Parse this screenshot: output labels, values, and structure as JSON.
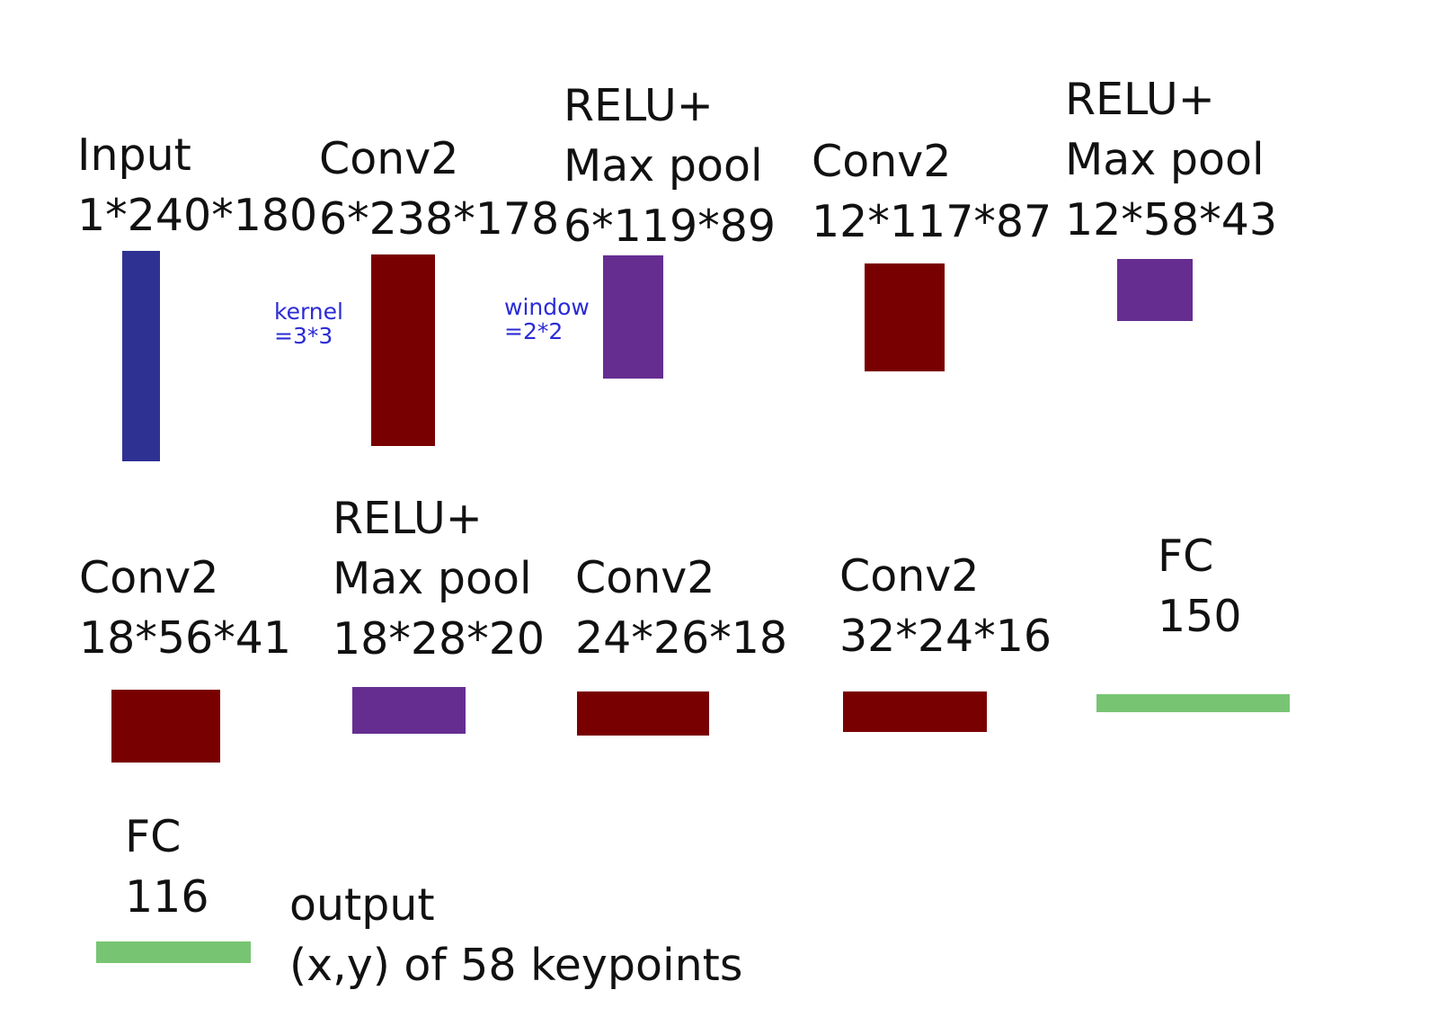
{
  "colors": {
    "input": "#2e3192",
    "conv": "#790000",
    "pool": "#662d91",
    "fc": "#77c572",
    "note": "#2b2bd6"
  },
  "layers": {
    "input": {
      "name": "Input",
      "dims": "1*240*180"
    },
    "conv1": {
      "name": "Conv2",
      "dims": "6*238*178"
    },
    "pool1": {
      "name_line1": "RELU+",
      "name_line2": "Max pool",
      "dims": "6*119*89"
    },
    "conv2": {
      "name": "Conv2",
      "dims": "12*117*87"
    },
    "pool2": {
      "name_line1": "RELU+",
      "name_line2": "Max pool",
      "dims": "12*58*43"
    },
    "conv3": {
      "name": "Conv2",
      "dims": "18*56*41"
    },
    "pool3": {
      "name_line1": "RELU+",
      "name_line2": "Max pool",
      "dims": "18*28*20"
    },
    "conv4": {
      "name": "Conv2",
      "dims": "24*26*18"
    },
    "conv5": {
      "name": "Conv2",
      "dims": "32*24*16"
    },
    "fc1": {
      "name": "FC",
      "dims": "150"
    },
    "fc2": {
      "name": "FC",
      "dims": "116"
    }
  },
  "output": {
    "line1": "output",
    "line2": "(x,y) of 58 keypoints"
  },
  "notes": {
    "kernel": {
      "line1": "kernel",
      "line2": "=3*3"
    },
    "window": {
      "line1": "window",
      "line2": "=2*2"
    }
  }
}
